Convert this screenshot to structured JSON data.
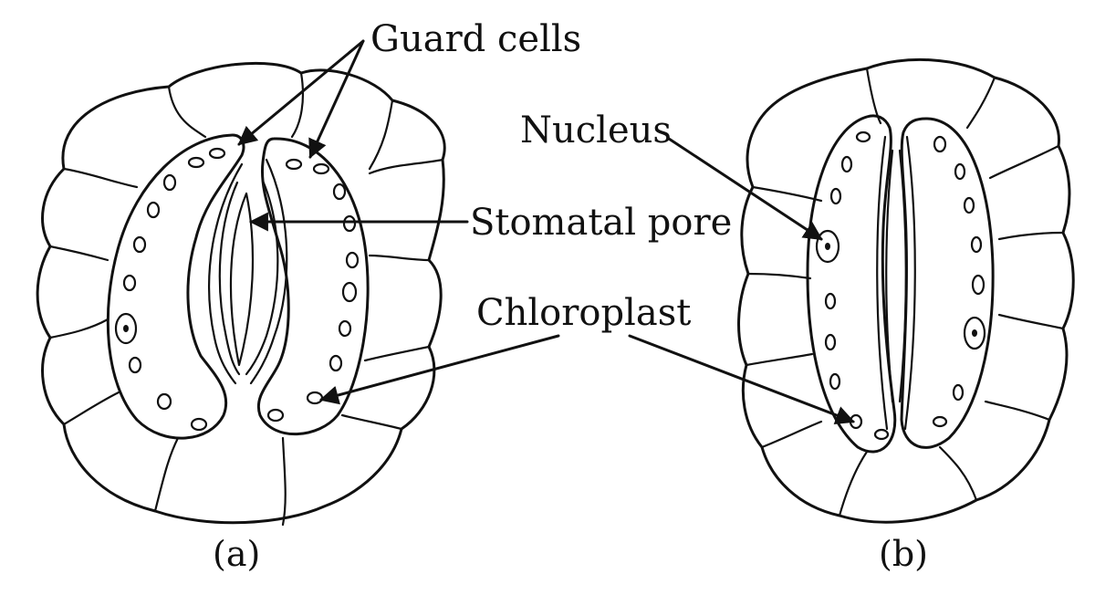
{
  "labels": {
    "guard_cells": "Guard cells",
    "nucleus": "Nucleus",
    "stomatal_pore": "Stomatal pore",
    "chloroplast": "Chloroplast"
  },
  "captions": {
    "a": "(a)",
    "b": "(b)"
  },
  "colors": {
    "ink": "#111111",
    "background": "#ffffff"
  }
}
